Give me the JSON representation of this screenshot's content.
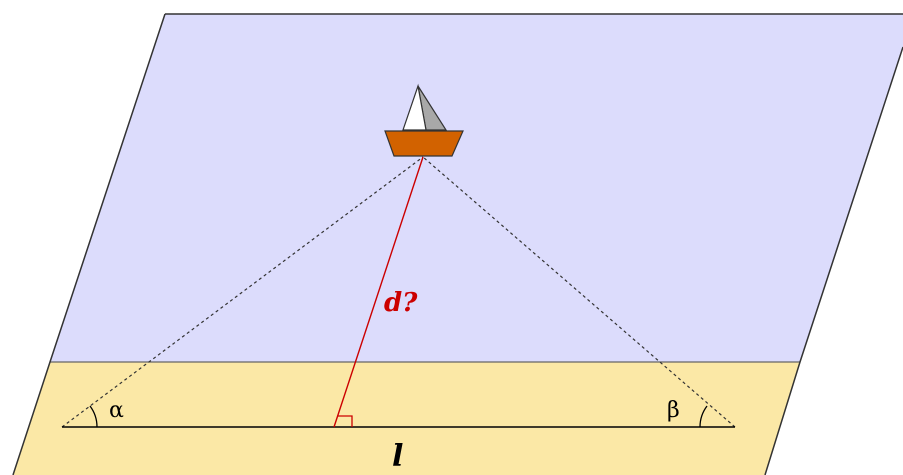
{
  "labels": {
    "alpha": "α",
    "beta": "β",
    "distance": "d?",
    "baseline": "l"
  },
  "colors": {
    "sea": "#dcdcfc",
    "beach": "#fbe8a6",
    "hull": "#d26200",
    "sail_front": "#ffffff",
    "sail_back": "#a8a8a8",
    "distance_line": "#cc0000",
    "outline": "#333333"
  }
}
